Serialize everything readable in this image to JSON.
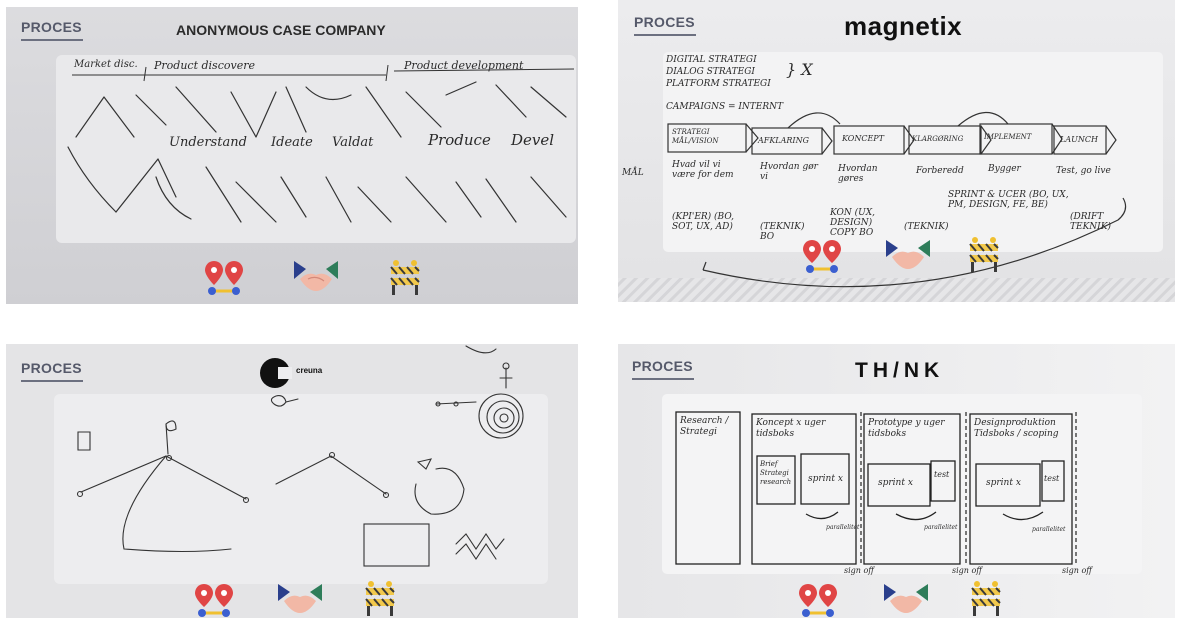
{
  "panels": [
    {
      "label": "PROCES",
      "title": "ANONYMOUS CASE COMPANY",
      "handwriting": {
        "phase1": "Market disc.",
        "phase2": "Product discovere",
        "phase3": "Product development",
        "step1": "Understand",
        "step2": "Ideate",
        "step3": "Valdat",
        "step4": "Produce",
        "step5": "Devel"
      }
    },
    {
      "label": "PROCES",
      "title": "magnetix",
      "handwriting": {
        "list1": "DIGITAL STRATEGI",
        "list2": "DIALOG STRATEGI",
        "list3": "PLATFORM STRATEGI",
        "list4": "CAMPAIGNS = INTERNT",
        "x_mark": "} X",
        "box1": "STRATEGI MÅL/VISION",
        "box2": "AFKLARING",
        "box3": "KONCEPT",
        "box4": "KLARGØRING",
        "box5": "IMPLEMENT",
        "box6": "LAUNCH",
        "sub1": "Hvad vil vi være for dem",
        "sub2": "Hvordan gør vi",
        "sub3": "Hvordan gøres",
        "sub4": "Forberedd",
        "sub5": "Bygger",
        "sub6": "Test, go live",
        "mal": "MÅL",
        "kpi": "(KPI'ER) (BO, SOT, UX, AD)",
        "teknik1": "(TEKNIK) BO",
        "kon": "KON (UX, DESIGN) COPY BO",
        "teknik2": "(TEKNIK)",
        "sprint": "SPRINT & UCER (BO, UX, PM, DESIGN, FE, BE)",
        "drift": "(DRIFT TEKNIK)"
      }
    },
    {
      "label": "PROCES",
      "title": "creuna",
      "handwriting": {}
    },
    {
      "label": "PROCES",
      "title": "TH/NK",
      "handwriting": {
        "col1": "Research / Strategi",
        "col2": "Koncept x uger tidsboks",
        "col3": "Prototype y uger tidsboks",
        "col4": "Designproduktion Tidsboks / scoping",
        "brief": "Brief Strategi research",
        "sprint1": "sprint x",
        "sprint2": "sprint x",
        "sprint3": "sprint x",
        "test1": "test",
        "test2": "test",
        "par1": "parallelitet",
        "par2": "parallelitet",
        "par3": "parallelitet",
        "signoff1": "sign off",
        "signoff2": "sign off",
        "signoff3": "sign off"
      }
    }
  ],
  "icons": {
    "first": "map-pins-icon",
    "second": "handshake-icon",
    "third": "roadblock-icon"
  },
  "colors": {
    "pin_red": "#e04545",
    "pin_blue": "#3b5fd0",
    "pin_yellow": "#f0c030",
    "flag_blue": "#2a3f8c",
    "flag_green": "#2e7d5a",
    "hand_skin": "#f2b8a6",
    "barrier_yellow": "#f2c94c",
    "barrier_dark": "#3a3a3a"
  }
}
